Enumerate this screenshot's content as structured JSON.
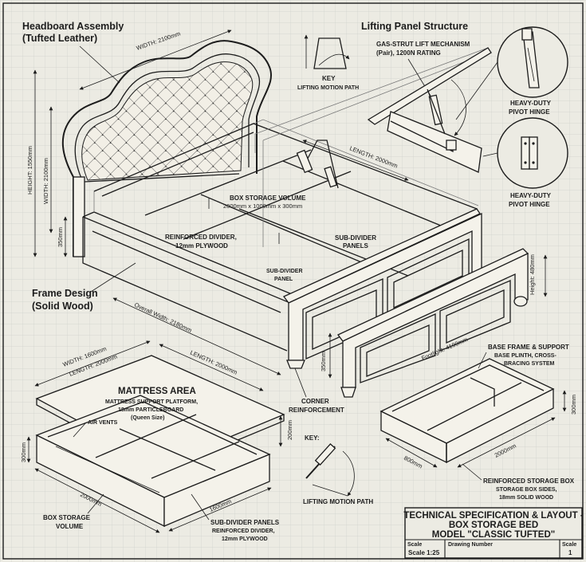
{
  "labels": {
    "headboard_title": "Headboard Assembly",
    "headboard_sub": "(Tufted Leather)",
    "lifting_title": "Lifting Panel Structure",
    "gas_strut_1": "GAS-STRUT LIFT MECHANISM",
    "gas_strut_2": "(Pair), 1200N RATING",
    "key": "KEY",
    "lifting_motion_path": "LIFTING MOTION PATH",
    "hinge_1": "HEAVY-DUTY",
    "hinge_2": "PIVOT HINGE",
    "box_volume_1": "BOX STORAGE VOLUME",
    "box_volume_2": "2000mm x 1000mm x 300mm",
    "reinforced_1": "REINFORCED DIVIDER,",
    "reinforced_2": "12mm PLYWOOD",
    "subdivider_1": "SUB-DIVIDER",
    "subdivider_2": "PANELS",
    "subdivider_panel_1": "SUB-DIVIDER",
    "subdivider_panel_2": "PANEL",
    "frame_title_1": "Frame Design",
    "frame_title_2": "(Solid Wood)",
    "corner_1": "CORNER",
    "corner_2": "REINFORCEMENT",
    "mattress_area": "MATTRESS AREA",
    "mattress_1": "MATTRESS SUPPORT PLATFORM,",
    "mattress_2": "18mm PARTICLEBOARD",
    "mattress_3": "(Queen Size)",
    "air_vents": "AIR VENTS",
    "box_storage_1": "BOX STORAGE",
    "box_storage_2": "VOLUME",
    "subpanels_1": "SUB-DIVIDER PANELS",
    "subpanels_2": "REINFORCED DIVIDER,",
    "subpanels_3": "12mm PLYWOOD",
    "key2": "KEY:",
    "lifting_motion_path2": "LIFTING MOTION PATH",
    "base_frame_1": "BASE FRAME & SUPPORT",
    "base_frame_2": "BASE PLINTH, CROSS-",
    "base_frame_3": "BRACING SYSTEM",
    "reinforced_box_1": "REINFORCED STORAGE BOX",
    "reinforced_box_2": "STORAGE BOX SIDES,",
    "reinforced_box_3": "18mm SOLID WOOD"
  },
  "dims": {
    "width_2100": "WIDTH: 2100mm",
    "height_1550": "HEIGHT: 1550mm",
    "width_2100v": "WIDTH: 2100mm",
    "h_350": "350mm",
    "length_2000": "LENGTH: 2000mm",
    "overall_width": "Overall Width: 2180mm",
    "length_2000b": "LENGTH: 2000mm",
    "height_480": "Height: 480mm",
    "foot_350": "350mm",
    "footlight": "Footlight: 4190mm",
    "m_width": "WIDTH: 1600mm",
    "m_length": "LENGTH: 2000mm",
    "m_200": "200mm",
    "m_300": "300mm",
    "m_2000": "2000mm",
    "m_1600": "1600mm",
    "b_300": "300mm",
    "b_800": "800mm",
    "b_2000": "2000mm"
  },
  "title_block": {
    "line1": "TECHNICAL SPECIFICATION & LAYOUT -",
    "line2": "BOX STORAGE BED",
    "line3": "MODEL \"CLASSIC TUFTED\"",
    "scale_label": "Scale",
    "scale_value": "Scale 1:25",
    "drawing_number_label": "Drawing Number",
    "sheet_label": "Scale",
    "sheet_value": "1"
  },
  "colors": {
    "paper": "#ecebe3",
    "grid": "#c9cbc7",
    "ink": "#1c1c1c"
  }
}
